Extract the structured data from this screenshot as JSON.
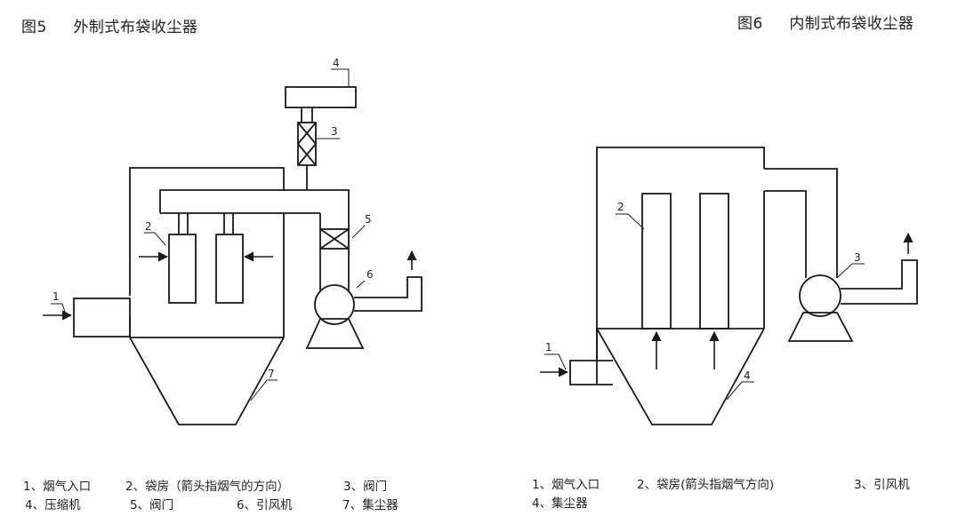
{
  "fig5": {
    "title": "图5     外制式布袋收尘器",
    "labels": [
      "1",
      "2",
      "3",
      "4",
      "5",
      "6",
      "7"
    ],
    "legend": {
      "row1": [
        "1、烟气入口",
        "2、袋房（箭头指烟气的方向）",
        "3、阀门"
      ],
      "row2": [
        "4、压缩机",
        "5、阀门",
        "6、引风机",
        "7、集尘器"
      ]
    }
  },
  "fig6": {
    "title": "图6     内制式布袋收尘器",
    "labels": [
      "1",
      "2",
      "3",
      "4"
    ],
    "legend": {
      "row1": [
        "1、烟气入口",
        "2、袋房(箭头指烟气方向)",
        "3、引风机"
      ],
      "row2": [
        "4、集尘器"
      ]
    }
  },
  "colors": {
    "ink": "#1a1a1a",
    "background": "#ffffff"
  }
}
